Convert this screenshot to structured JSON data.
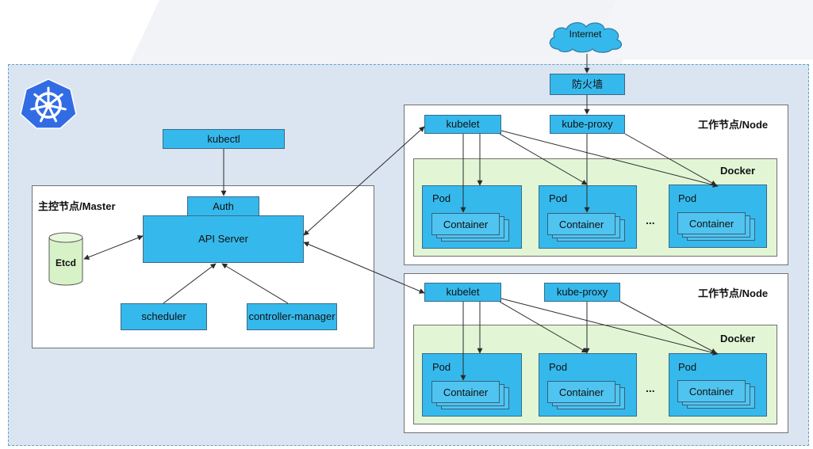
{
  "internet": {
    "label": "Internet"
  },
  "firewall": {
    "label": "防火墙"
  },
  "kubectl": {
    "label": "kubectl"
  },
  "master": {
    "title": "主控节点/Master",
    "auth": "Auth",
    "api_server": "API Server",
    "etcd": "Etcd",
    "scheduler": "scheduler",
    "controller_manager": "controller-manager"
  },
  "nodes": [
    {
      "title": "工作节点/Node",
      "kubelet": "kubelet",
      "kube_proxy": "kube-proxy",
      "docker": "Docker",
      "pods": [
        {
          "label": "Pod",
          "container": "Container"
        },
        {
          "label": "Pod",
          "container": "Container"
        },
        {
          "label": "Pod",
          "container": "Container"
        }
      ],
      "ellipsis": "..."
    },
    {
      "title": "工作节点/Node",
      "kubelet": "kubelet",
      "kube_proxy": "kube-proxy",
      "docker": "Docker",
      "pods": [
        {
          "label": "Pod",
          "container": "Container"
        },
        {
          "label": "Pod",
          "container": "Container"
        },
        {
          "label": "Pod",
          "container": "Container"
        }
      ],
      "ellipsis": "..."
    }
  ],
  "colors": {
    "component_fill": "#35b9ec",
    "cluster_bg": "#dbe5f1",
    "docker_bg": "#e2f6d6",
    "logo": "#326ce5",
    "etcd_fill": "#d8f2c8"
  },
  "icons": {
    "logo": "kubernetes-helm-icon",
    "internet": "cloud-icon",
    "etcd": "database-cylinder-icon"
  }
}
